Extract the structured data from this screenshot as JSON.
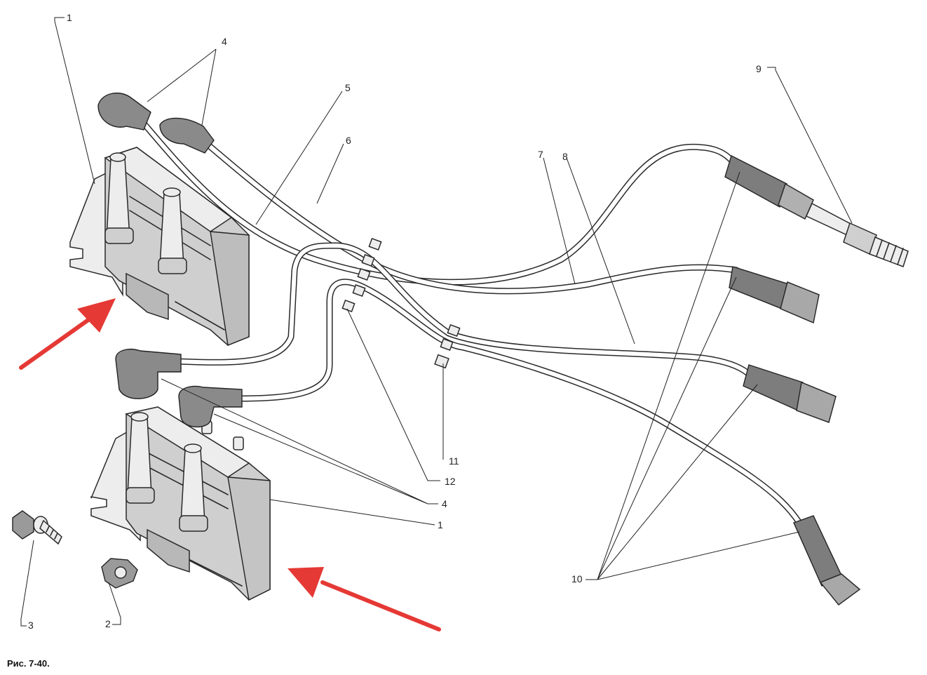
{
  "figure": {
    "caption": "Рис.  7-40."
  },
  "callouts": {
    "c1_top": "1",
    "c4_top": "4",
    "c5": "5",
    "c6": "6",
    "c7": "7",
    "c8": "8",
    "c9": "9",
    "c10": "10",
    "c11": "11",
    "c12": "12",
    "c4_bottom": "4",
    "c1_bottom": "1",
    "c2": "2",
    "c3": "3"
  },
  "colors": {
    "arrow": "#e53935",
    "line": "#2a2a2a",
    "background": "#ffffff"
  }
}
